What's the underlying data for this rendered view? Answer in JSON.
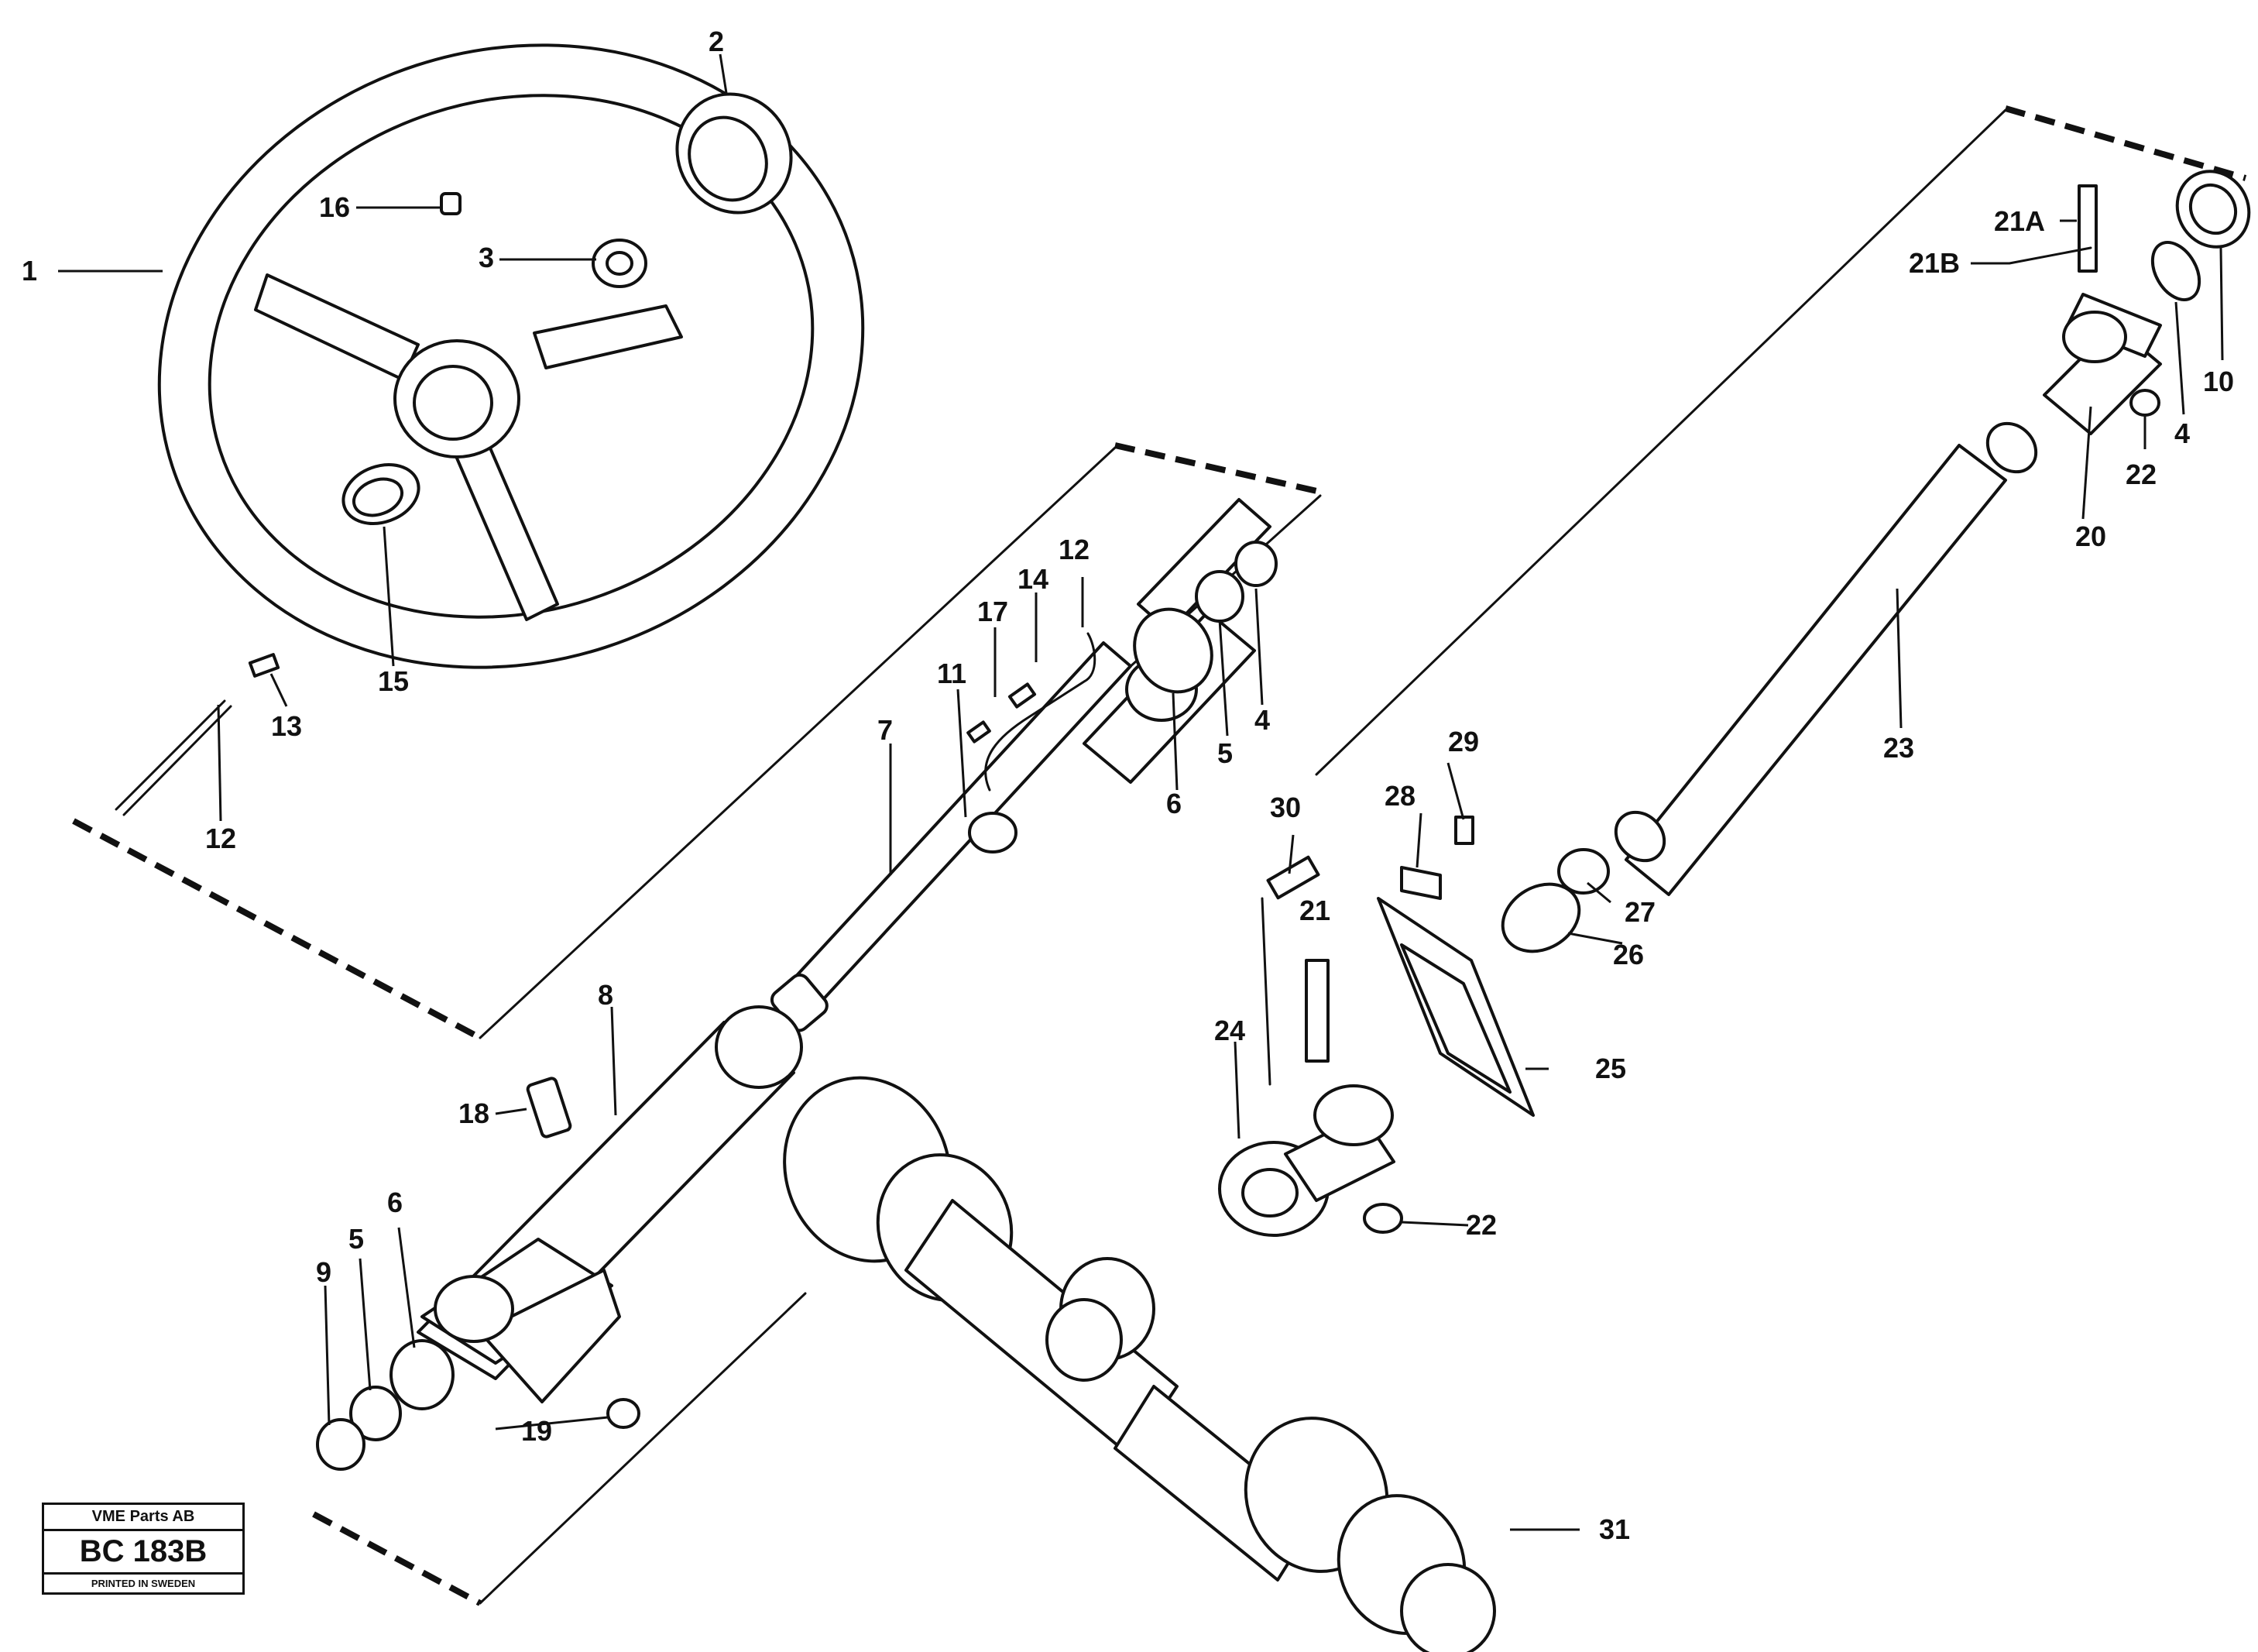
{
  "callouts": {
    "c1": "1",
    "c2": "2",
    "c3": "3",
    "c4a": "4",
    "c4b": "4",
    "c5a": "5",
    "c5b": "5",
    "c6a": "6",
    "c6b": "6",
    "c7": "7",
    "c8": "8",
    "c9": "9",
    "c10": "10",
    "c11": "11",
    "c12a": "12",
    "c12b": "12",
    "c13": "13",
    "c14": "14",
    "c15": "15",
    "c16": "16",
    "c17": "17",
    "c18": "18",
    "c19": "19",
    "c20": "20",
    "c21": "21",
    "c21a": "21A",
    "c21b": "21B",
    "c22a": "22",
    "c22b": "22",
    "c23": "23",
    "c24": "24",
    "c25": "25",
    "c26": "26",
    "c27": "27",
    "c28": "28",
    "c29": "29",
    "c30": "30",
    "c31": "31"
  },
  "stamp": {
    "company": "VME Parts AB",
    "code": "BC 183B",
    "printed": "PRINTED IN SWEDEN"
  }
}
